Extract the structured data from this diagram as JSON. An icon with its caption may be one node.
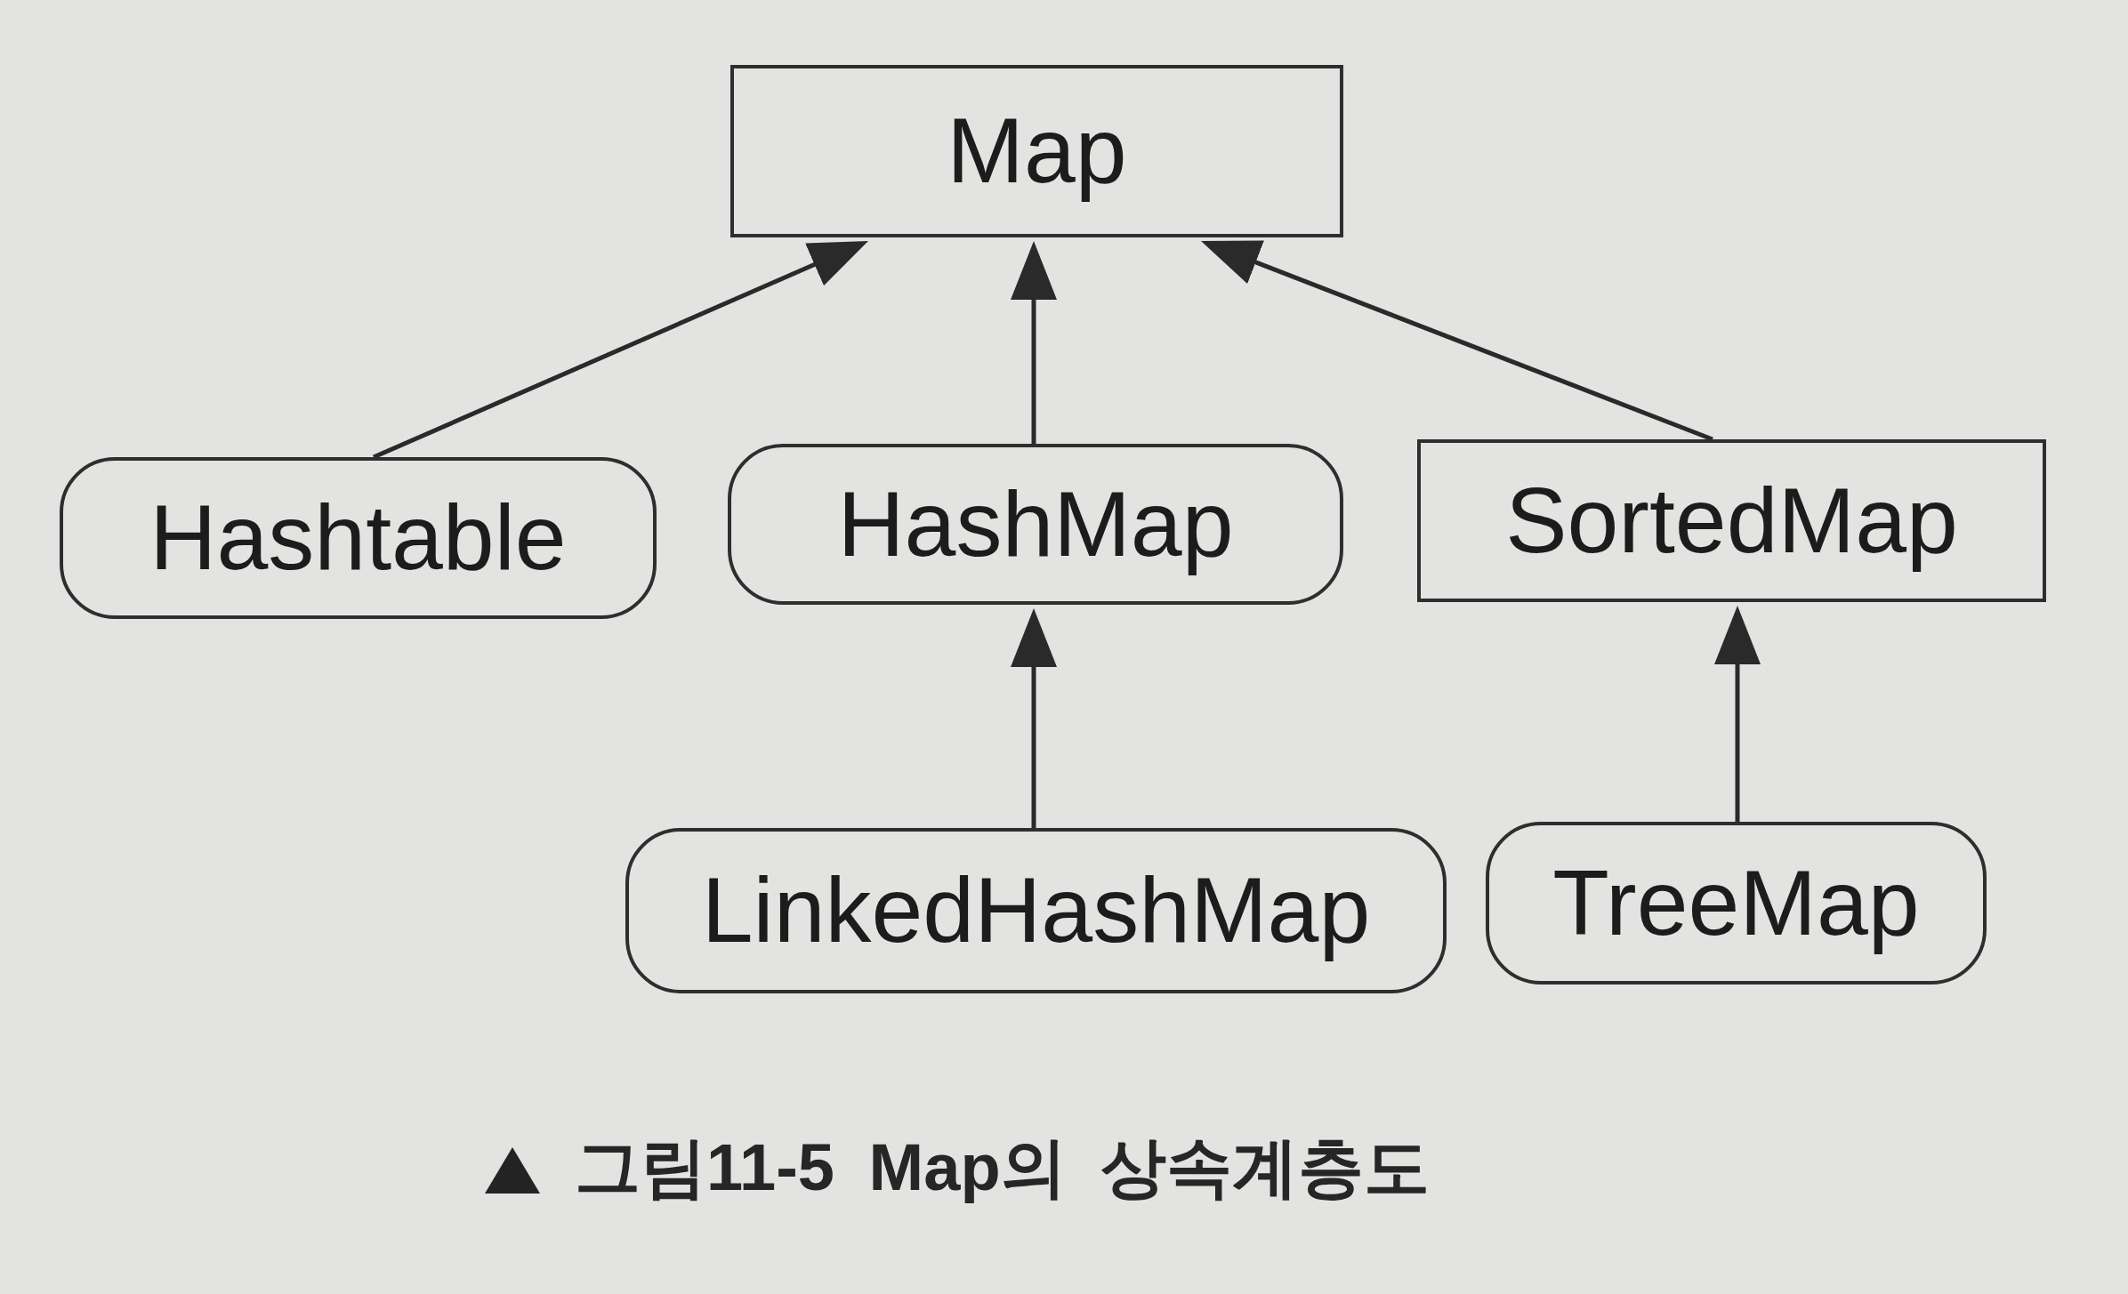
{
  "diagram": {
    "caption": "그림11-5 Map의 상속계층도",
    "nodes": [
      {
        "text": [
          "Map"
        ]
      },
      {
        "text": [
          "Hashtable"
        ]
      },
      {
        "text": [
          "HashMap"
        ]
      },
      {
        "text": [
          "SortedMap"
        ]
      },
      {
        "text": [
          "LinkedHashMap"
        ]
      },
      {
        "text": [
          "TreeMap"
        ]
      }
    ],
    "edges": [
      {
        "from": 1,
        "to": 0,
        "arrow": "to"
      },
      {
        "from": 2,
        "to": 0,
        "arrow": "to"
      },
      {
        "from": 3,
        "to": 0,
        "arrow": "to"
      },
      {
        "from": 4,
        "to": 2,
        "arrow": "to"
      },
      {
        "from": 5,
        "to": 3,
        "arrow": "to"
      }
    ]
  }
}
